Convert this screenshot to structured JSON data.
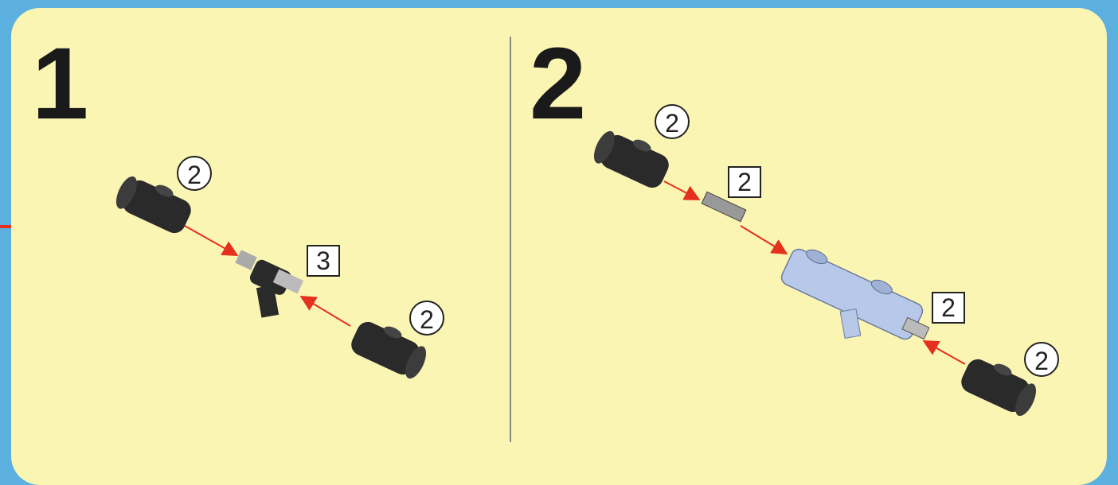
{
  "colors": {
    "background": "#5bb0e0",
    "panel": "#fbf5b3",
    "arrow": "#e5301e",
    "part_black": "#2a2a2a",
    "part_blue": "#b8c8e8"
  },
  "steps": [
    {
      "number": "1",
      "callouts": {
        "top_connector_qty": "2",
        "center_axle_qty": "3",
        "bottom_connector_qty": "2"
      }
    },
    {
      "number": "2",
      "callouts": {
        "top_connector_qty": "2",
        "axle_qty": "2",
        "barrel_axle_qty": "2",
        "bottom_connector_qty": "2"
      }
    }
  ]
}
